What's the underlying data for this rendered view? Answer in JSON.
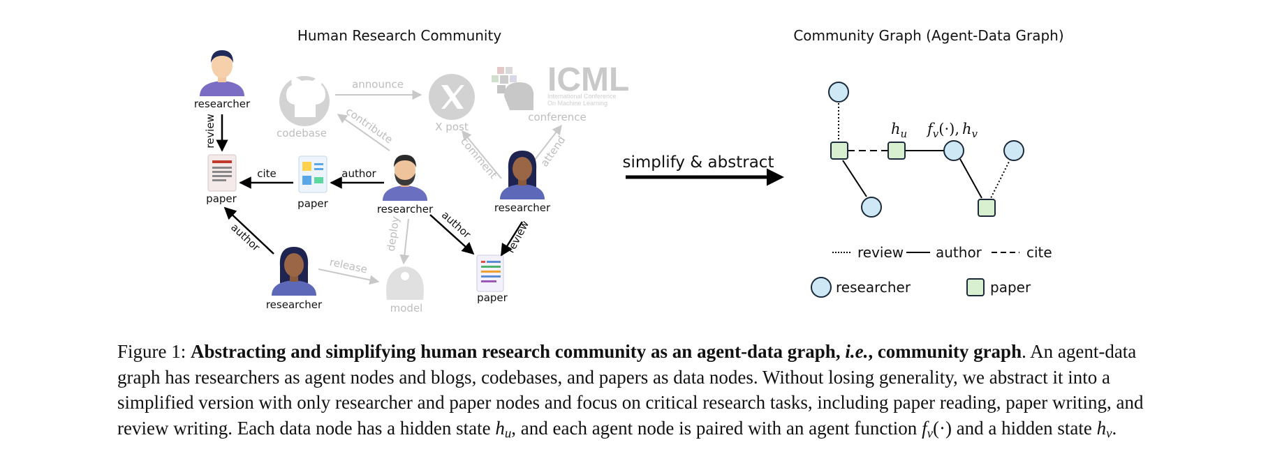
{
  "left_panel": {
    "title": "Human Research Community",
    "labels": {
      "researcher": "researcher",
      "paper": "paper",
      "codebase": "codebase",
      "x_post": "X post",
      "conference": "conference",
      "model": "model"
    },
    "edges": {
      "review": "review",
      "cite": "cite",
      "author": "author",
      "announce": "announce",
      "contribute": "contribute",
      "comment": "comment",
      "attend": "attend",
      "deploy": "deploy",
      "release": "release"
    },
    "logos": {
      "icml": "ICML",
      "icml_sub1": "International Conference",
      "icml_sub2": "On Machine Learning"
    }
  },
  "arrow_label": "simplify & abstract",
  "right_panel": {
    "title": "Community Graph (Agent-Data Graph)",
    "math": {
      "h": "h",
      "u": "u",
      "f": "f",
      "v": "v",
      "fn_mid": "(·),",
      "hv_h": "h",
      "hv_v": "v"
    },
    "legend": {
      "review": "review",
      "author": "author",
      "cite": "cite",
      "researcher": "researcher",
      "paper": "paper"
    },
    "colors": {
      "researcher_fill": "#cfe8f5",
      "paper_fill": "#d8f0d0"
    }
  },
  "caption": {
    "label": "Figure 1:",
    "bold1": "Abstracting and simplifying human research community as an agent-data graph,",
    "ie": "i.e.",
    "bold2": ", community graph",
    "text1": ". An agent-data graph has researchers as agent nodes and blogs, codebases, and papers as data nodes. Without losing generality, we abstract it into a simplified version with only researcher and paper nodes and focus on critical research tasks, including paper reading, paper writing, and review writing. Each data node has a hidden state",
    "h": "h",
    "u": "u",
    "text2": ", and each agent node is paired with an agent function",
    "f": "f",
    "v": "v",
    "paren": "(·)",
    "text3": "and a hidden state",
    "h2": "h",
    "v2": "v",
    "end": "."
  }
}
